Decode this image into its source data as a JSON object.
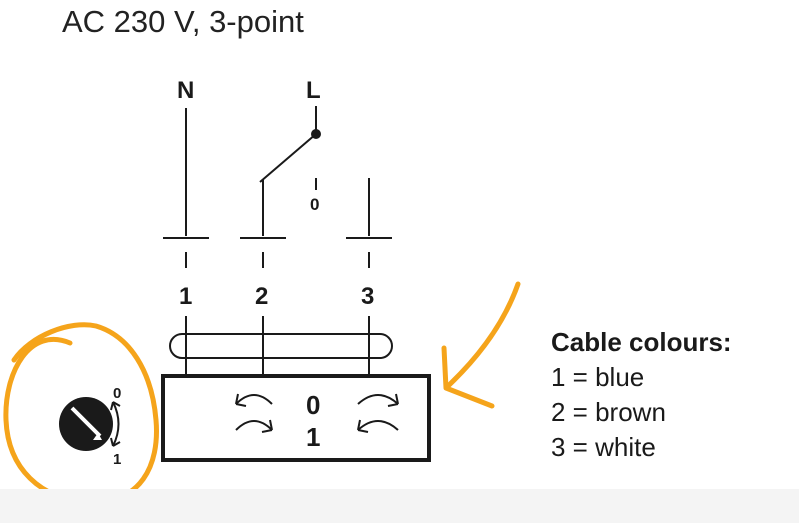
{
  "title": "AC 230 V, 3-point",
  "terminals": {
    "neutral": "N",
    "live": "L",
    "switch_off": "0"
  },
  "wire_numbers": [
    "1",
    "2",
    "3"
  ],
  "actuator": {
    "position_0": "0",
    "position_1": "1"
  },
  "manual_switch": {
    "top": "0",
    "bottom": "1"
  },
  "legend": {
    "title": "Cable colours:",
    "items": [
      "1 = blue",
      "2 = brown",
      "3 = white"
    ]
  },
  "colors": {
    "ink": "#1a1a1a",
    "annotation": "#f5a41b"
  }
}
